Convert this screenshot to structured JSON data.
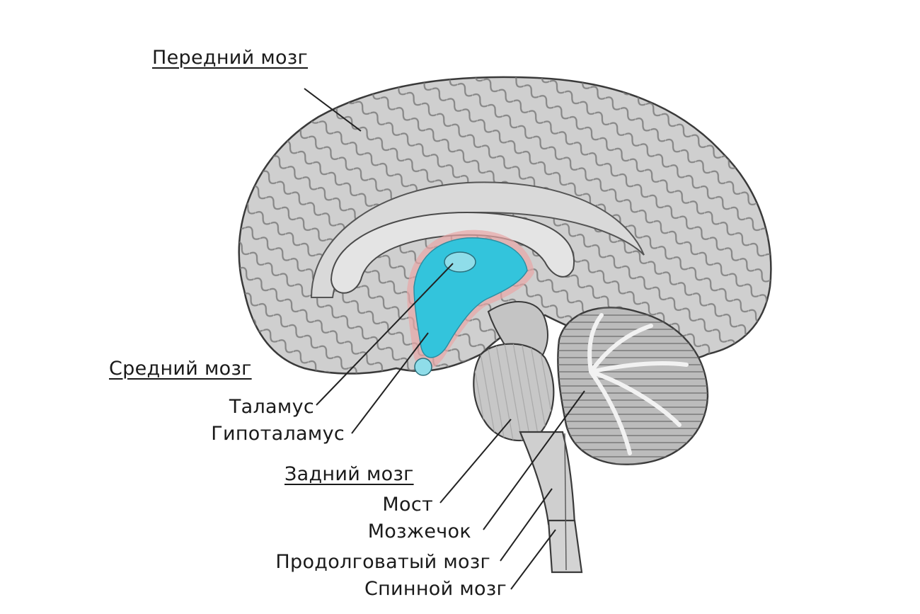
{
  "colors": {
    "tissue": "#c9c9c9",
    "tissue_dark": "#8f8f8f",
    "outline": "#3a3a3a",
    "highlight": "#33c4dc",
    "highlight_edge": "#e8a6a6",
    "text": "#1a1a1a"
  },
  "labels": {
    "forebrain": "Передний мозг",
    "midbrain": "Средний мозг",
    "thalamus": "Таламус",
    "hypothalamus": "Гипоталамус",
    "hindbrain": "Задний мозг",
    "pons": "Мост",
    "cerebellum": "Мозжечок",
    "medulla": "Продолговатый мозг",
    "spinal_cord": "Спинной мозг"
  }
}
